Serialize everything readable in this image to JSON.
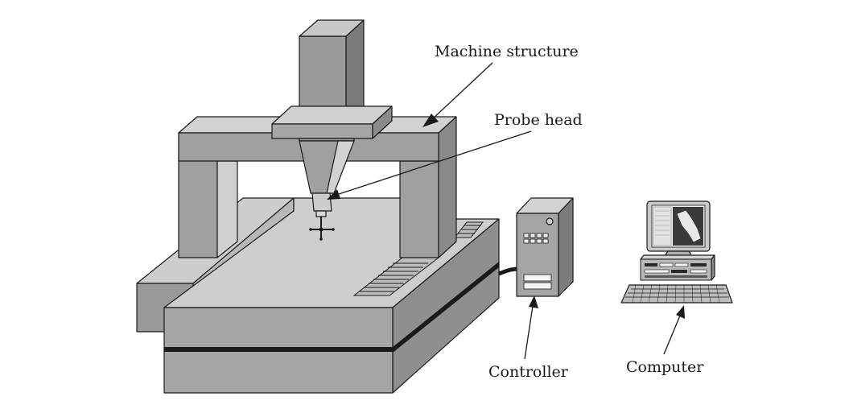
{
  "labels": {
    "machine_structure": "Machine structure",
    "probe_head": "Probe head",
    "controller": "Controller",
    "computer": "Computer"
  },
  "colors": {
    "light": "#cdcdcd",
    "mid": "#a8a8a8",
    "dark": "#8a8a8a",
    "darker": "#6f6f6f",
    "line": "#1a1a1a"
  }
}
